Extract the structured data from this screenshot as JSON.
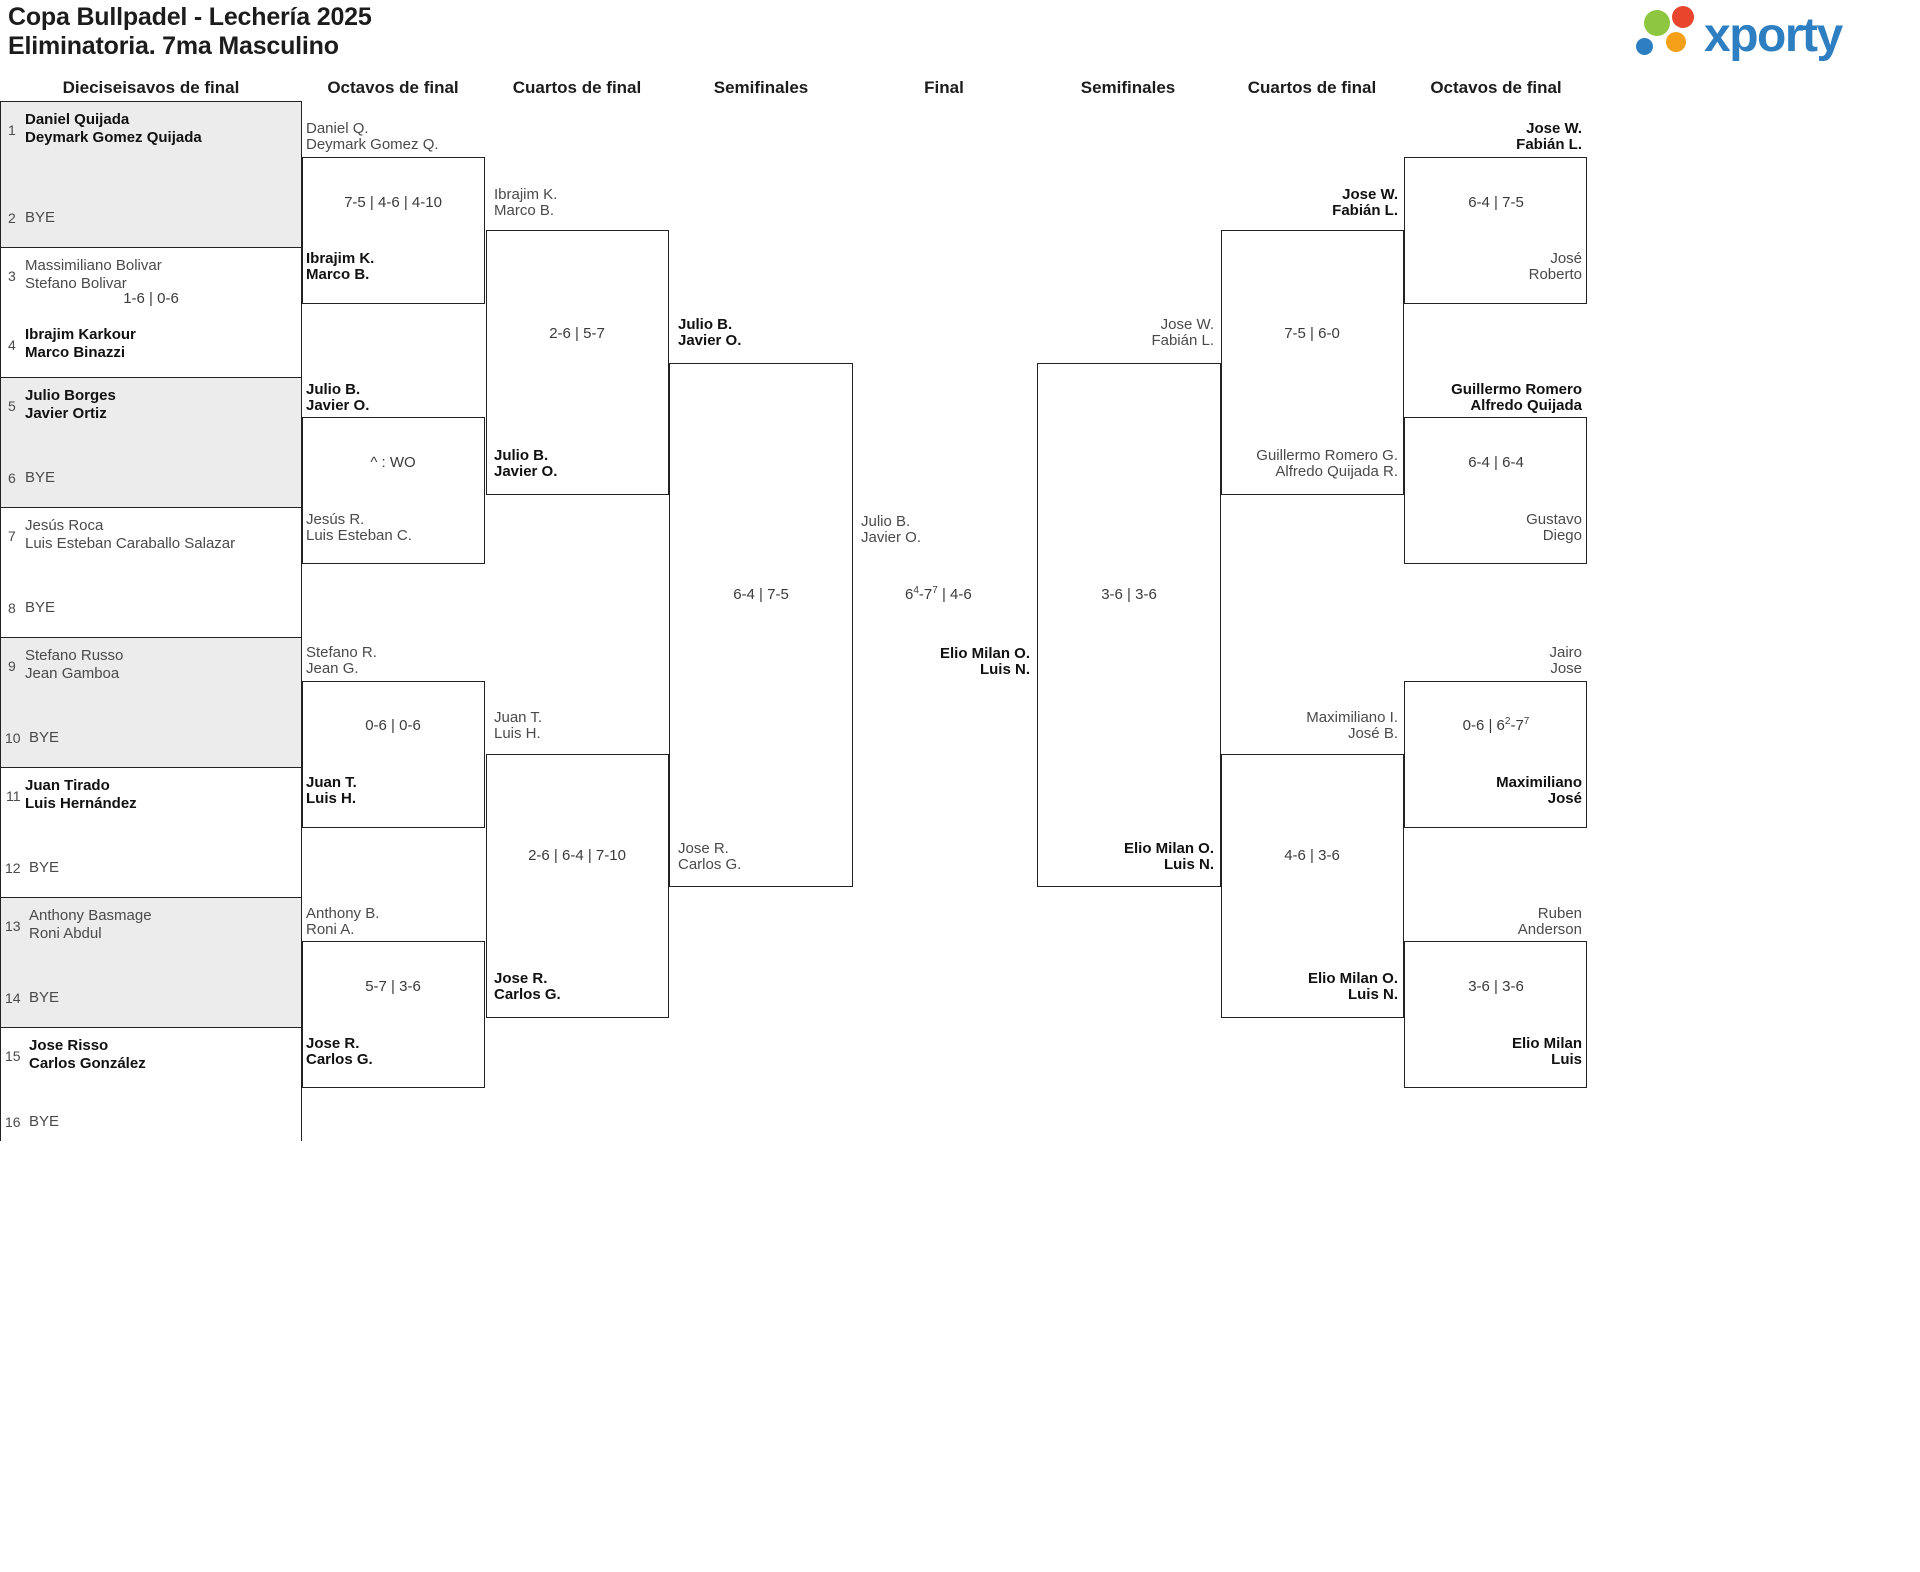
{
  "header": {
    "title_line1": "Copa Bullpadel - Lechería 2025",
    "title_line2": "Eliminatoria. 7ma Masculino",
    "logo_text": "xporty",
    "logo_colors": [
      "#8dc63f",
      "#e8452c",
      "#f6a01a",
      "#2d7fc1"
    ],
    "brand_color": "#2d7fc1"
  },
  "round_headers": {
    "left": [
      "Dieciseisavos de final",
      "Octavos de final",
      "Cuartos de final",
      "Semifinales"
    ],
    "center": "Final",
    "right": [
      "Semifinales",
      "Cuartos de final",
      "Octavos de final"
    ]
  },
  "seeds": [
    {
      "n": "1",
      "p1": "Daniel Quijada",
      "p2": "Deymark Gomez Quijada",
      "state": "win",
      "shade": "alt"
    },
    {
      "n": "2",
      "bye": "BYE",
      "state": "bye",
      "shade": "alt"
    },
    {
      "n": "3",
      "p1": "Massimiliano Bolivar",
      "p2": "Stefano Bolivar",
      "state": "lose",
      "shade": "plain"
    },
    {
      "n": "4",
      "p1": "Ibrajim Karkour",
      "p2": "Marco Binazzi",
      "state": "win",
      "shade": "plain"
    },
    {
      "n": "5",
      "p1": "Julio Borges",
      "p2": "Javier Ortiz",
      "state": "win",
      "shade": "alt"
    },
    {
      "n": "6",
      "bye": "BYE",
      "state": "bye",
      "shade": "alt"
    },
    {
      "n": "7",
      "p1": "Jesús Roca",
      "p2": "Luis Esteban Caraballo Salazar",
      "state": "lose",
      "shade": "plain"
    },
    {
      "n": "8",
      "bye": "BYE",
      "state": "bye",
      "shade": "plain"
    },
    {
      "n": "9",
      "p1": "Stefano Russo",
      "p2": "Jean Gamboa",
      "state": "lose",
      "shade": "alt"
    },
    {
      "n": "10",
      "bye": "BYE",
      "state": "bye",
      "shade": "alt"
    },
    {
      "n": "11",
      "p1": "Juan Tirado",
      "p2": "Luis Hernández",
      "state": "win",
      "shade": "plain"
    },
    {
      "n": "12",
      "bye": "BYE",
      "state": "bye",
      "shade": "plain"
    },
    {
      "n": "13",
      "p1": "Anthony Basmage",
      "p2": "Roni Abdul",
      "state": "lose",
      "shade": "alt"
    },
    {
      "n": "14",
      "bye": "BYE",
      "state": "bye",
      "shade": "alt"
    },
    {
      "n": "15",
      "p1": "Jose Risso",
      "p2": "Carlos González",
      "state": "win",
      "shade": "plain"
    },
    {
      "n": "16",
      "bye": "BYE",
      "state": "bye",
      "shade": "plain"
    }
  ],
  "left_octavos": {
    "m1": {
      "top_p1": "Daniel Q.",
      "top_p2": "Deymark Gomez Q.",
      "top_state": "lose",
      "bot_p1": "Ibrajim K.",
      "bot_p2": "Marco B.",
      "bot_state": "win",
      "score": "7-5 | 4-6 | 4-10"
    },
    "m2": {
      "top_p1": "Julio B.",
      "top_p2": "Javier O.",
      "top_state": "win",
      "bot_p1": "Jesús R.",
      "bot_p2": "Luis Esteban C.",
      "bot_state": "lose",
      "score": "^ : WO"
    },
    "m3": {
      "top_p1": "Stefano R.",
      "top_p2": "Jean G.",
      "top_state": "lose",
      "bot_p1": "Juan T.",
      "bot_p2": "Luis H.",
      "bot_state": "win",
      "score": "0-6 | 0-6"
    },
    "m4": {
      "top_p1": "Anthony B.",
      "top_p2": "Roni A.",
      "top_state": "lose",
      "bot_p1": "Jose R.",
      "bot_p2": "Carlos G.",
      "bot_state": "win",
      "score": "5-7 | 3-6"
    }
  },
  "left_cuartos": {
    "m1": {
      "top_p1": "Ibrajim K.",
      "top_p2": "Marco B.",
      "top_state": "lose",
      "bot_p1": "Julio B.",
      "bot_p2": "Javier O.",
      "bot_state": "win",
      "score": "2-6 | 5-7"
    },
    "m2": {
      "top_p1": "Juan T.",
      "top_p2": "Luis H.",
      "top_state": "lose",
      "bot_p1": "Jose R.",
      "bot_p2": "Carlos G.",
      "bot_state": "win",
      "score": "2-6 | 6-4 | 7-10"
    }
  },
  "left_semifinal": {
    "top_p1": "Julio B.",
    "top_p2": "Javier O.",
    "top_state": "win",
    "bot_p1": "Jose R.",
    "bot_p2": "Carlos G.",
    "bot_state": "lose",
    "score": "6-4 | 7-5"
  },
  "final": {
    "left_p1": "Julio B.",
    "left_p2": "Javier O.",
    "left_state": "lose",
    "right_p1": "Elio Milan O.",
    "right_p2": "Luis N.",
    "right_state": "win",
    "score_plain": "6",
    "score": "6⁴-7⁷ | 4-6",
    "score_parts": {
      "a": "6",
      "a_sup": "4",
      "b": "-7",
      "b_sup": "7",
      "tail": " | 4-6"
    }
  },
  "right_semifinal": {
    "top_p1": "Jose W.",
    "top_p2": "Fabián L.",
    "top_state": "lose",
    "bot_p1": "Elio Milan O.",
    "bot_p2": "Luis N.",
    "bot_state": "win",
    "score": "3-6 | 3-6"
  },
  "right_cuartos": {
    "m1": {
      "top_p1": "Jose W.",
      "top_p2": "Fabián L.",
      "top_state": "win",
      "bot_p1": "Guillermo Romero G.",
      "bot_p2": "Alfredo Quijada R.",
      "bot_state": "lose",
      "score": "7-5 | 6-0"
    },
    "m2": {
      "top_p1": "Maximiliano I.",
      "top_p2": "José B.",
      "top_state": "lose",
      "bot_p1": "Elio Milan O.",
      "bot_p2": "Luis N.",
      "bot_state": "win",
      "score": "4-6 | 3-6"
    }
  },
  "right_octavos": {
    "m1": {
      "top_p1": "Jose W.",
      "top_p2": "Fabián L.",
      "top_state": "win",
      "bot_p1": "José",
      "bot_p2": "Roberto",
      "bot_state": "lose",
      "score": "6-4 | 7-5"
    },
    "m2": {
      "top_p1": "Guillermo Romero",
      "top_p2": "Alfredo Quijada",
      "top_state": "win",
      "bot_p1": "Gustavo",
      "bot_p2": "Diego",
      "bot_state": "lose",
      "score": "6-4 | 6-4"
    },
    "m3": {
      "top_p1": "Jairo",
      "top_p2": "Jose",
      "top_state": "lose",
      "bot_p1": "Maximiliano",
      "bot_p2": "José",
      "bot_state": "win",
      "score_parts": {
        "head": "0-6 | 6",
        "a_sup": "2",
        "mid": "-7",
        "b_sup": "7"
      },
      "score": "0-6 | 6²-7⁷"
    },
    "m4": {
      "top_p1": "Ruben",
      "top_p2": "Anderson",
      "top_state": "lose",
      "bot_p1": "Elio Milan",
      "bot_p2": "Luis",
      "bot_state": "win",
      "score": "3-6 | 3-6"
    }
  }
}
